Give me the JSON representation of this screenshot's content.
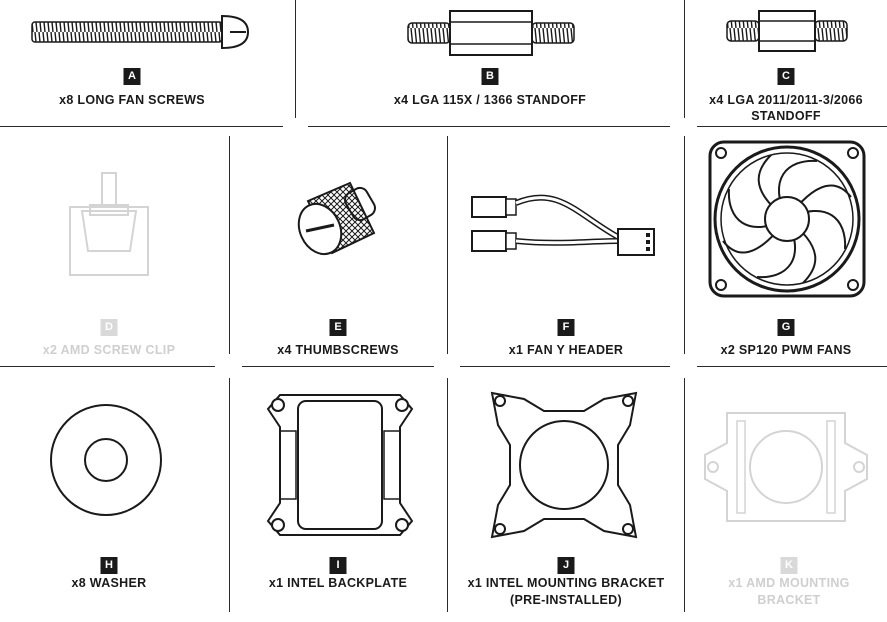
{
  "items": [
    {
      "letter": "A",
      "caption": "x8 LONG FAN SCREWS",
      "faded": false
    },
    {
      "letter": "B",
      "caption": "x4 LGA 115X / 1366 STANDOFF",
      "faded": false
    },
    {
      "letter": "C",
      "caption_line1": "x4 LGA 2011/2011-3/2066",
      "caption_line2": "STANDOFF",
      "faded": false
    },
    {
      "letter": "D",
      "caption": "x2 AMD SCREW CLIP",
      "faded": true
    },
    {
      "letter": "E",
      "caption": "x4 THUMBSCREWS",
      "faded": false
    },
    {
      "letter": "F",
      "caption": "x1 FAN Y HEADER",
      "faded": false
    },
    {
      "letter": "G",
      "caption": "x2 SP120 PWM FANS",
      "faded": false
    },
    {
      "letter": "H",
      "caption": "x8 WASHER",
      "faded": false
    },
    {
      "letter": "I",
      "caption": "x1 INTEL BACKPLATE",
      "faded": false
    },
    {
      "letter": "J",
      "caption_line1": "x1 INTEL MOUNTING BRACKET",
      "caption_line2": "(PRE-INSTALLED)",
      "faded": false
    },
    {
      "letter": "K",
      "caption_line1": "x1 AMD MOUNTING",
      "caption_line2": "BRACKET",
      "faded": true
    }
  ],
  "colors": {
    "ink": "#1a1a1a",
    "faded": "#d4d4d4"
  },
  "icons": [
    "long-screw-icon",
    "standoff-icon",
    "standoff-icon",
    "screw-clip-icon",
    "thumbscrew-icon",
    "fan-y-cable-icon",
    "fan-icon",
    "washer-icon",
    "backplate-icon",
    "mounting-bracket-icon",
    "amd-bracket-icon"
  ]
}
